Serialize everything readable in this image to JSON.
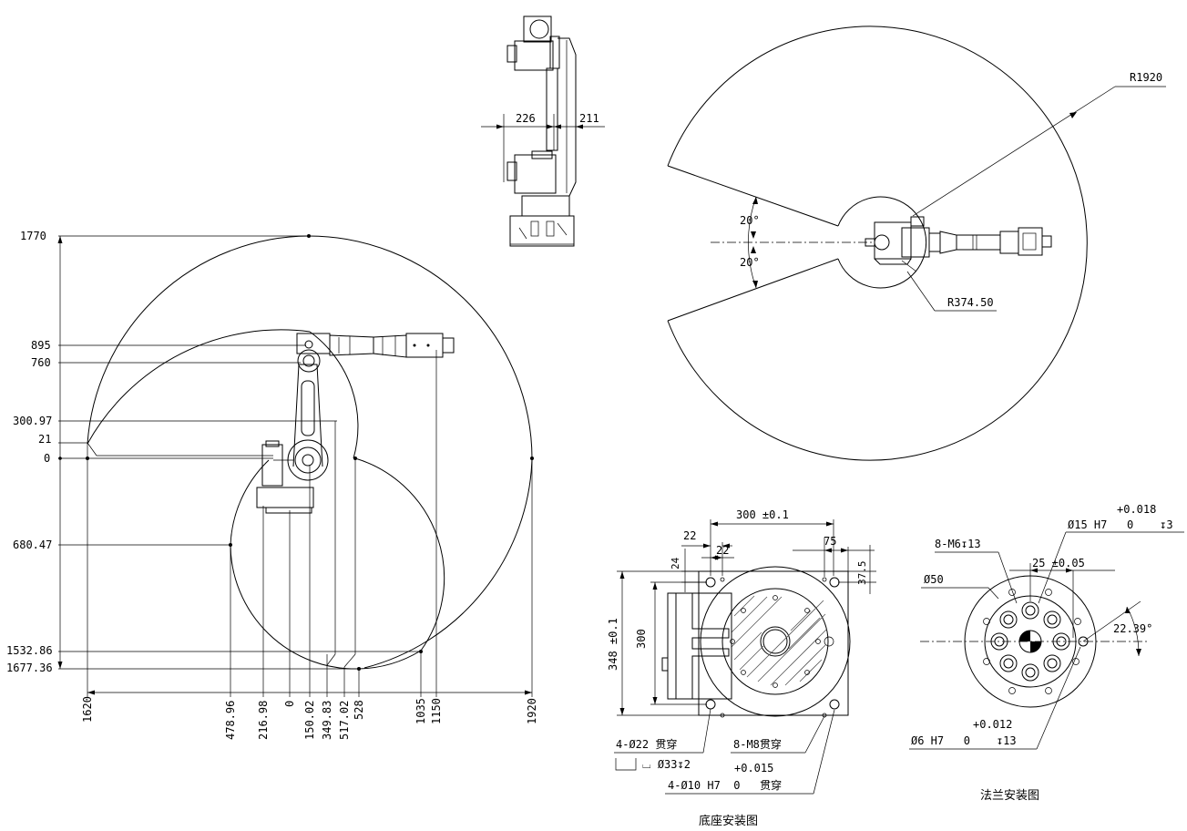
{
  "drawing_views": {
    "side_view": {
      "vertical_dimensions": [
        "1770",
        "895",
        "760",
        "300.97",
        "21",
        "0",
        "680.47",
        "1532.86",
        "1677.36"
      ],
      "horizontal_dimensions": [
        "1620",
        "478.96",
        "216.98",
        "0",
        "150.02",
        "349.83",
        "517.02",
        "528",
        "1035",
        "1150",
        "1920"
      ]
    },
    "front_view": {
      "dimensions": [
        "226",
        "211"
      ]
    },
    "top_view": {
      "radius_outer": "R1920",
      "radius_inner": "R374.50",
      "angle_upper": "20°",
      "angle_lower": "20°"
    },
    "base_mounting": {
      "caption": "底座安装图",
      "width_dim": "300 ±0.1",
      "height_dim": "348 ±0.1",
      "inner_height": "300",
      "dim_22_left": "22",
      "dim_22_right": "22",
      "dim_24": "24",
      "dim_75": "75",
      "dim_37_5": "37.5",
      "note_holes": "4-Ø22 贯穿",
      "note_counterbore": "⌴ Ø33↧2",
      "note_threads": "8-M8贯穿",
      "tolerance_upper": "+0.015",
      "note_pins": "4-Ø10 H7  0   贯穿"
    },
    "flange_mounting": {
      "caption": "法兰安装图",
      "note_threads": "8-M6↧13",
      "diameter": "Ø50",
      "pin_tolerance": "+0.018",
      "pin_note": "Ø15 H7   0    ↧3",
      "offset_dim": "25 ±0.05",
      "angle": "22.39°",
      "small_pin_tolerance": "+0.012",
      "small_pin_note": "Ø6 H7   0    ↧13"
    }
  }
}
